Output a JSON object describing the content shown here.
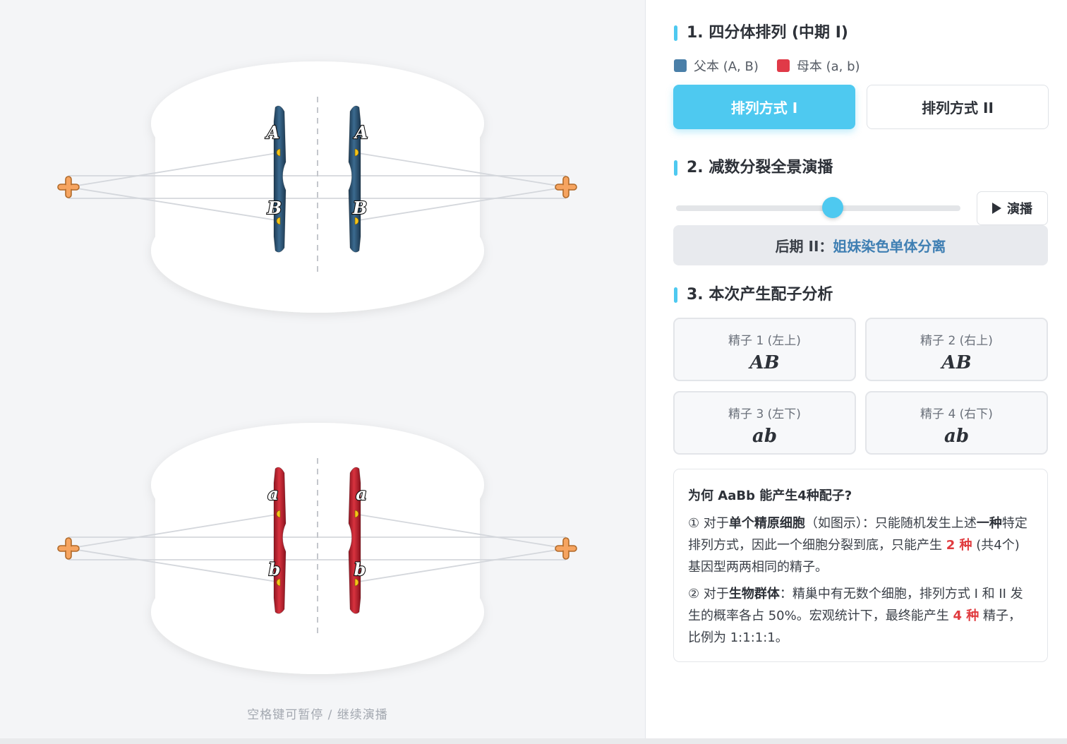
{
  "hint": "空格键可暂停 / 继续演播",
  "cells": [
    {
      "color": "#2f5676",
      "top_label": "A",
      "bottom_label": "B"
    },
    {
      "color": "#c42430",
      "top_label": "a",
      "bottom_label": "b"
    }
  ],
  "panel": {
    "sec1_title": "1. 四分体排列 (中期 I)",
    "legend": {
      "father": "父本 (A, B)",
      "father_color": "#4a7fa8",
      "mother": "母本 (a, b)",
      "mother_color": "#e03a48"
    },
    "buttons": {
      "arrangement1": "排列方式 I",
      "arrangement2": "排列方式 II"
    },
    "sec2_title": "2. 减数分裂全景演播",
    "slider": {
      "value_fraction": 0.55
    },
    "play_label": "演播",
    "phase": {
      "prefix": "后期 II：",
      "name": "姐妹染色单体分离"
    },
    "sec3_title": "3. 本次产生配子分析",
    "gametes": [
      {
        "label": "精子 1 (左上)",
        "value": "AB"
      },
      {
        "label": "精子 2 (右上)",
        "value": "AB"
      },
      {
        "label": "精子 3 (左下)",
        "value": "ab"
      },
      {
        "label": "精子 4 (右下)",
        "value": "ab"
      }
    ],
    "explain": {
      "title": "为何 AaBb 能产生4种配子?",
      "p1": {
        "a": "① 对于",
        "b": "单个精原细胞",
        "c": "（如图示）：只能随机发生上述",
        "d": "一种",
        "e": "特定排列方式，因此一个细胞分裂到底，只能产生 ",
        "f": "2 种",
        "g": " (共4个) 基因型两两相同的精子。"
      },
      "p2": {
        "a": "② 对于",
        "b": "生物群体",
        "c": "：精巢中有无数个细胞，排列方式 I 和 II 发生的概率各占 50%。宏观统计下，最终能产生 ",
        "d": "4 种",
        "e": " 精子，比例为 1:1:1:1。"
      }
    }
  }
}
